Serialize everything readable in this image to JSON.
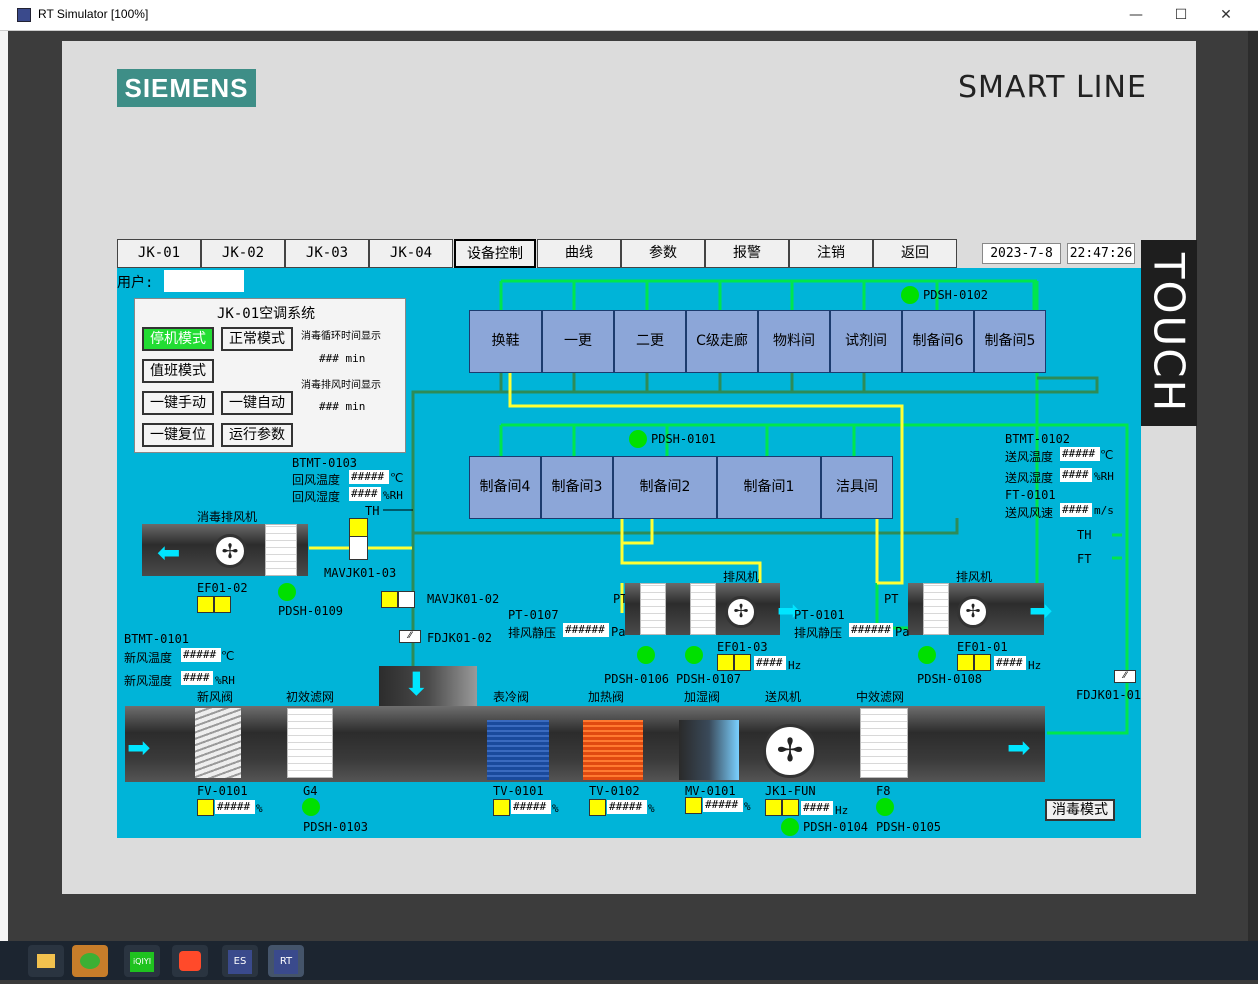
{
  "window": {
    "title": "RT Simulator [100%]",
    "minimize": "—",
    "maximize": "☐",
    "close": "✕"
  },
  "header": {
    "brand": "SIEMENS",
    "product": "SMART LINE",
    "side_label": "TOUCH"
  },
  "nav": {
    "buttons": [
      "JK-01",
      "JK-02",
      "JK-03",
      "JK-04",
      "设备控制",
      "曲线",
      "参数",
      "报警",
      "注销",
      "返回"
    ],
    "active": "设备控制",
    "date": "2023-7-8",
    "time": "22:47:26"
  },
  "user": {
    "label": "用户:",
    "value": ""
  },
  "mode_panel": {
    "title": "JK-01空调系统",
    "buttons": {
      "stop_mode": "停机模式",
      "normal_mode": "正常模式",
      "duty_mode": "值班模式",
      "one_key_manual": "一键手动",
      "one_key_auto": "一键自动",
      "one_key_reset": "一键复位",
      "run_params": "运行参数"
    },
    "circulation_label": "消毒循环时间显示",
    "circulation_value": "### min",
    "exhaust_label": "消毒排风时间显示",
    "exhaust_value": "### min"
  },
  "rooms_top": [
    "换鞋",
    "一更",
    "二更",
    "C级走廊",
    "物料间",
    "试剂间",
    "制备间6",
    "制备间5"
  ],
  "rooms_mid": [
    "制备间4",
    "制备间3",
    "制备间2",
    "制备间1",
    "洁具间"
  ],
  "tags": {
    "pdsh_0102": "PDSH-0102",
    "pdsh_0101": "PDSH-0101",
    "pdsh_0109": "PDSH-0109",
    "pdsh_0106": "PDSH-0106",
    "pdsh_0107": "PDSH-0107",
    "pdsh_0108": "PDSH-0108",
    "pdsh_0103": "PDSH-0103",
    "pdsh_0104": "PDSH-0104",
    "pdsh_0105": "PDSH-0105",
    "btmt_0103": "BTMT-0103",
    "btmt_0102": "BTMT-0102",
    "btmt_0101": "BTMT-0101",
    "ft_0101": "FT-0101",
    "pt_0107": "PT-0107",
    "pt_0101": "PT-0101",
    "mavjk01_03": "MAVJK01-03",
    "mavjk01_02": "MAVJK01-02",
    "fdjk01_02": "FDJK01-02",
    "fdjk01_01": "FDJK01-01",
    "ef01_02": "EF01-02",
    "ef01_03": "EF01-03",
    "ef01_01": "EF01-01",
    "fv_0101": "FV-0101",
    "g4": "G4",
    "tv_0101": "TV-0101",
    "tv_0102": "TV-0102",
    "mv_0101": "MV-0101",
    "jk1_fun": "JK1-FUN",
    "f8": "F8",
    "th": "TH",
    "ft": "FT",
    "pt": "PT"
  },
  "measurements": {
    "return_temp_label": "回风温度",
    "return_temp_value": "#####",
    "return_temp_unit": "℃",
    "return_hum_label": "回风湿度",
    "return_hum_value": "####",
    "return_hum_unit": "%RH",
    "supply_temp_label": "送风温度",
    "supply_temp_value": "#####",
    "supply_temp_unit": "℃",
    "supply_hum_label": "送风湿度",
    "supply_hum_value": "####",
    "supply_hum_unit": "%RH",
    "supply_speed_label": "送风风速",
    "supply_speed_value": "####",
    "supply_speed_unit": "m/s",
    "fresh_temp_label": "新风温度",
    "fresh_temp_value": "#####",
    "fresh_temp_unit": "℃",
    "fresh_hum_label": "新风湿度",
    "fresh_hum_value": "####",
    "fresh_hum_unit": "%RH",
    "exhaust_static_label": "排风静压",
    "exhaust_static_value": "######",
    "exhaust_static_unit": "Pa",
    "hz_value": "####",
    "hz_unit": "Hz",
    "pct_value": "#####",
    "pct_unit": "%"
  },
  "equipment": {
    "disinfect_exhaust_fan": "消毒排风机",
    "exhaust_fan": "排风机",
    "fresh_air_valve": "新风阀",
    "primary_filter": "初效滤网",
    "cooling_valve": "表冷阀",
    "heating_valve": "加热阀",
    "humidify_valve": "加湿阀",
    "supply_fan": "送风机",
    "medium_filter": "中效滤网"
  },
  "disinfect_mode_button": "消毒模式",
  "colors": {
    "screen_bg": "#00b4d8",
    "duct_green": "#00e64d",
    "duct_dark": "#2e8b57",
    "duct_yellow": "#ffff33",
    "status_on": "#00e000"
  },
  "taskbar_icons": [
    "explorer-icon",
    "wechat-icon",
    "iqiyi-icon",
    "video-app-icon",
    "cflex-es-icon",
    "cflex-rt-icon"
  ],
  "taskbar_labels": {
    "iqiyi": "iQIYI",
    "cflex_es": "ES",
    "cflex_rt": "RT"
  }
}
